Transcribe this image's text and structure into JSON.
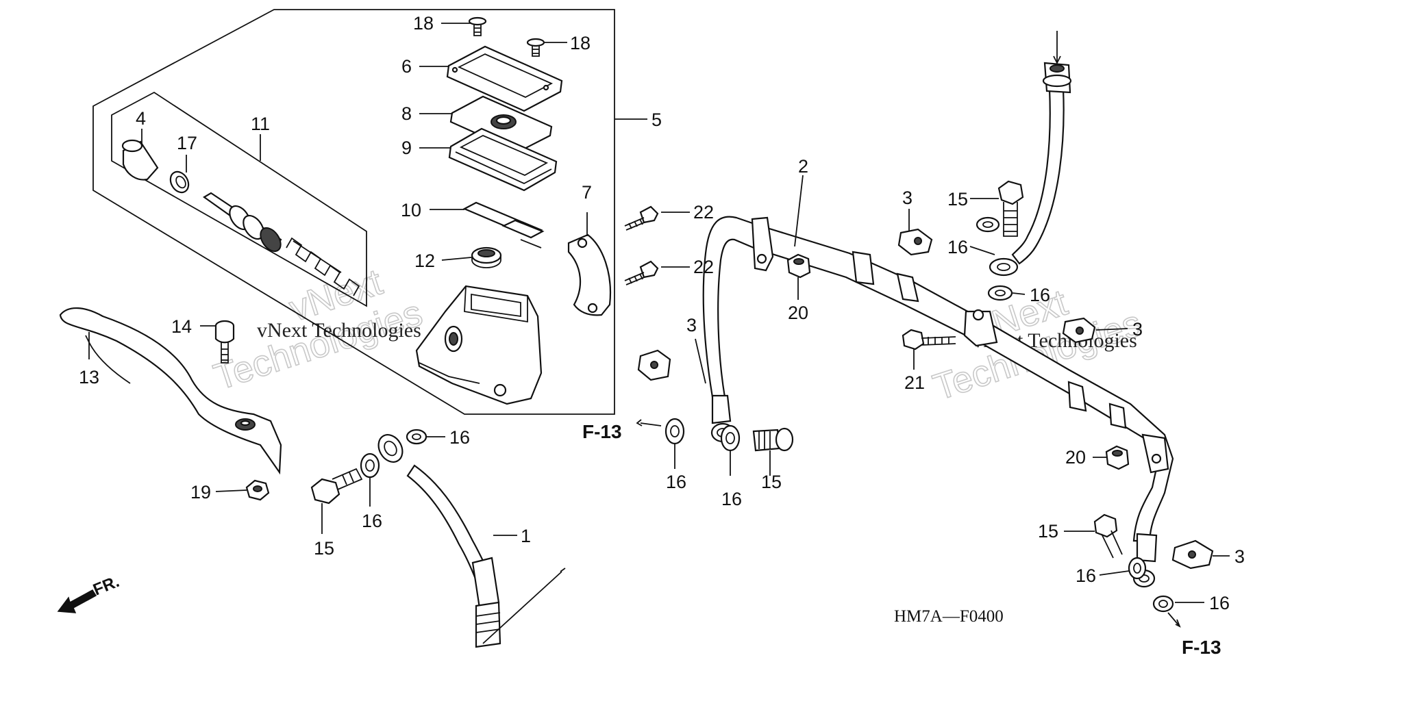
{
  "callouts": {
    "p1": "1",
    "p2": "2",
    "p3a": "3",
    "p3b": "3",
    "p3c": "3",
    "p3d": "3",
    "p4": "4",
    "p5": "5",
    "p6": "6",
    "p7": "7",
    "p8": "8",
    "p9": "9",
    "p10": "10",
    "p11": "11",
    "p12": "12",
    "p13": "13",
    "p14": "14",
    "p15a": "15",
    "p15b": "15",
    "p15c": "15",
    "p15d": "15",
    "p16a": "16",
    "p16b": "16",
    "p16c": "16",
    "p16d": "16",
    "p16e": "16",
    "p16f": "16",
    "p16g": "16",
    "p16h": "16",
    "p17": "17",
    "p18a": "18",
    "p18b": "18",
    "p19": "19",
    "p20a": "20",
    "p20b": "20",
    "p21": "21",
    "p22a": "22",
    "p22b": "22"
  },
  "references": {
    "left": "F-13",
    "right": "F-13"
  },
  "direction_label": "FR.",
  "diagram_code": "HM7A—F0400",
  "watermark": {
    "logo_text_a": "vNext",
    "logo_text_b": "Technologies",
    "caption_a": "vNext Technologies",
    "caption_b": "vNext Technologies"
  }
}
